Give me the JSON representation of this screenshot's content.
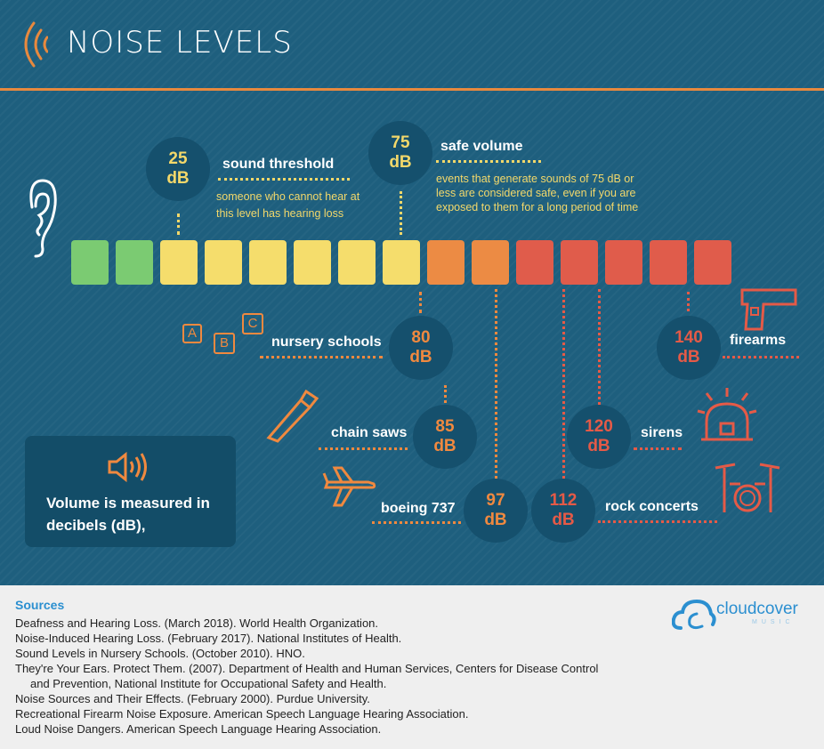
{
  "header": {
    "title": "NOISE LEVELS"
  },
  "scale": {
    "colors": [
      "#7bcb72",
      "#7bcb72",
      "#f5dd6c",
      "#f5dd6c",
      "#f5dd6c",
      "#f5dd6c",
      "#f5dd6c",
      "#f5dd6c",
      "#ec8b44",
      "#ec8b44",
      "#e05c4b",
      "#e05c4b",
      "#e05c4b",
      "#e05c4b",
      "#e05c4b"
    ]
  },
  "levels": {
    "threshold": {
      "value": "25",
      "unit": "dB",
      "label": "sound threshold",
      "desc1": "someone who cannot hear at",
      "desc2": "this level has hearing loss"
    },
    "safe": {
      "value": "75",
      "unit": "dB",
      "label": "safe volume",
      "desc1": "events that generate sounds of 75 dB or",
      "desc2": "less are considered safe, even if you are",
      "desc3": "exposed to them for a long period of time"
    },
    "nursery": {
      "value": "80",
      "unit": "dB",
      "label": "nursery schools"
    },
    "chainsaws": {
      "value": "85",
      "unit": "dB",
      "label": "chain saws"
    },
    "boeing": {
      "value": "97",
      "unit": "dB",
      "label": "boeing 737"
    },
    "rock": {
      "value": "112",
      "unit": "dB",
      "label": "rock concerts"
    },
    "sirens": {
      "value": "120",
      "unit": "dB",
      "label": "sirens"
    },
    "firearms": {
      "value": "140",
      "unit": "dB",
      "label": "firearms"
    }
  },
  "abc": [
    "A",
    "B",
    "C"
  ],
  "info": {
    "line1": "Volume is measured in",
    "line2": "decibels (dB),"
  },
  "sources": {
    "heading": "Sources",
    "items": [
      "Deafness and Hearing Loss. (March 2018). World Health Organization.",
      "Noise-Induced Hearing Loss. (February 2017). National Institutes of Health.",
      "Sound Levels in Nursery Schools. (October 2010). HNO.",
      "They're Your Ears. Protect Them. (2007). Department of Health and Human Services, Centers for Disease Control",
      "and Prevention, National Institute for Occupational Safety and Health.",
      "Noise Sources and Their Effects. (February 2000). Purdue University.",
      "Recreational Firearm Noise Exposure. American Speech Language Hearing Association.",
      "Loud Noise Dangers. American Speech Language Hearing Association."
    ]
  },
  "logo": {
    "name": "cloudcover",
    "sub": "MUSIC"
  }
}
